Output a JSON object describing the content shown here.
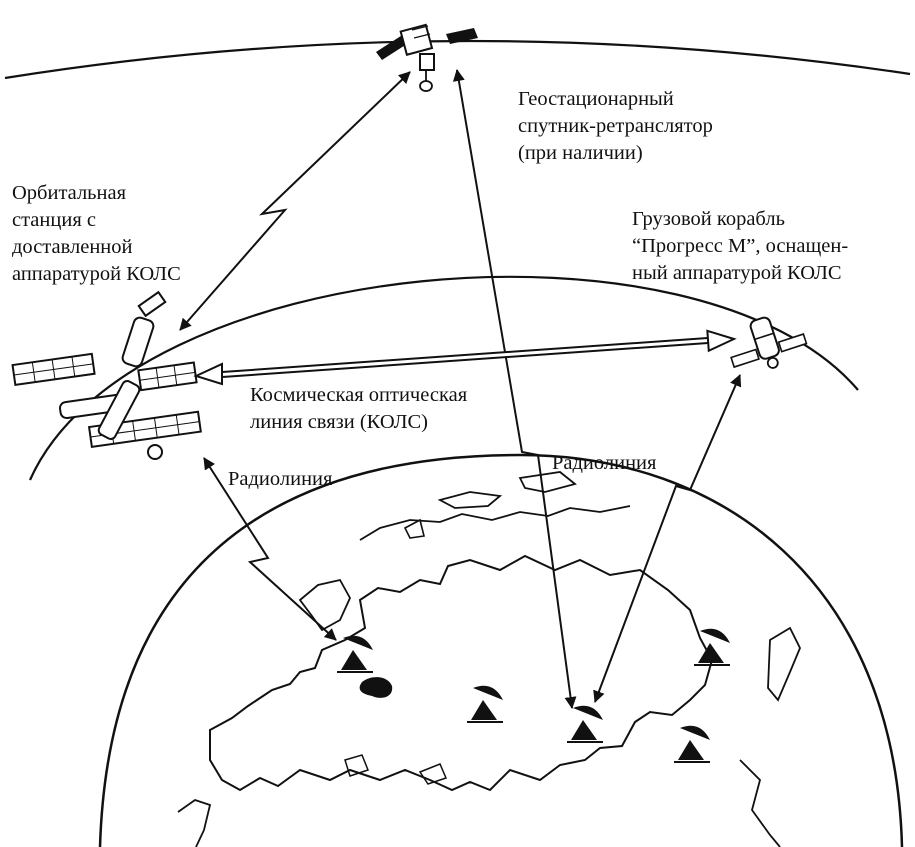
{
  "labels": {
    "geo_satellite": [
      "Геостационарный",
      "спутник-ретранслятор",
      "(при наличии)"
    ],
    "orbital_station": [
      "Орбитальная",
      "станция с",
      "доставленной",
      "аппаратурой КОЛС"
    ],
    "cargo_ship": [
      "Грузовой корабль",
      "“Прогресс М”, оснащен-",
      "ный аппаратурой КОЛС"
    ],
    "optical_link": [
      "Космическая оптическая",
      "линия связи (КОЛС)"
    ],
    "radio_link_left": "Радиолиния",
    "radio_link_right": "Радиолиния"
  },
  "colors": {
    "ink": "#111111",
    "background": "#ffffff"
  },
  "icons": [
    "satellite-icon",
    "space-station-icon",
    "spacecraft-icon",
    "ground-antenna-icon"
  ]
}
